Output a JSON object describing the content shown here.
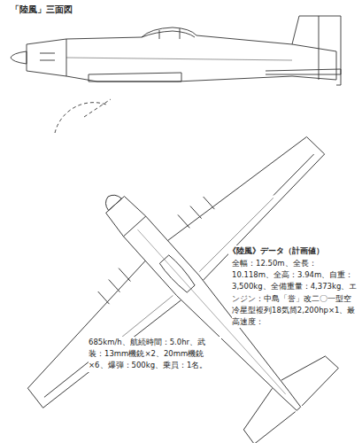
{
  "diagram": {
    "title": "「陸風」三面図",
    "labels": [
      "《陸風》データ（計画値）",
      "全幅：12.50m、全長：10.118m、全高：3.94m、自重：3,500kg、全備重量：4,373kg、エンジン：中島「誉」改二〇一型空冷星型複列18気筒2,200hp×1、最高速度：",
      "685km/h、航続時間：5.0hr、武装：13mm機銃×2、20mm機銃×6、爆弾：500kg、乗員：1名。"
    ]
  }
}
